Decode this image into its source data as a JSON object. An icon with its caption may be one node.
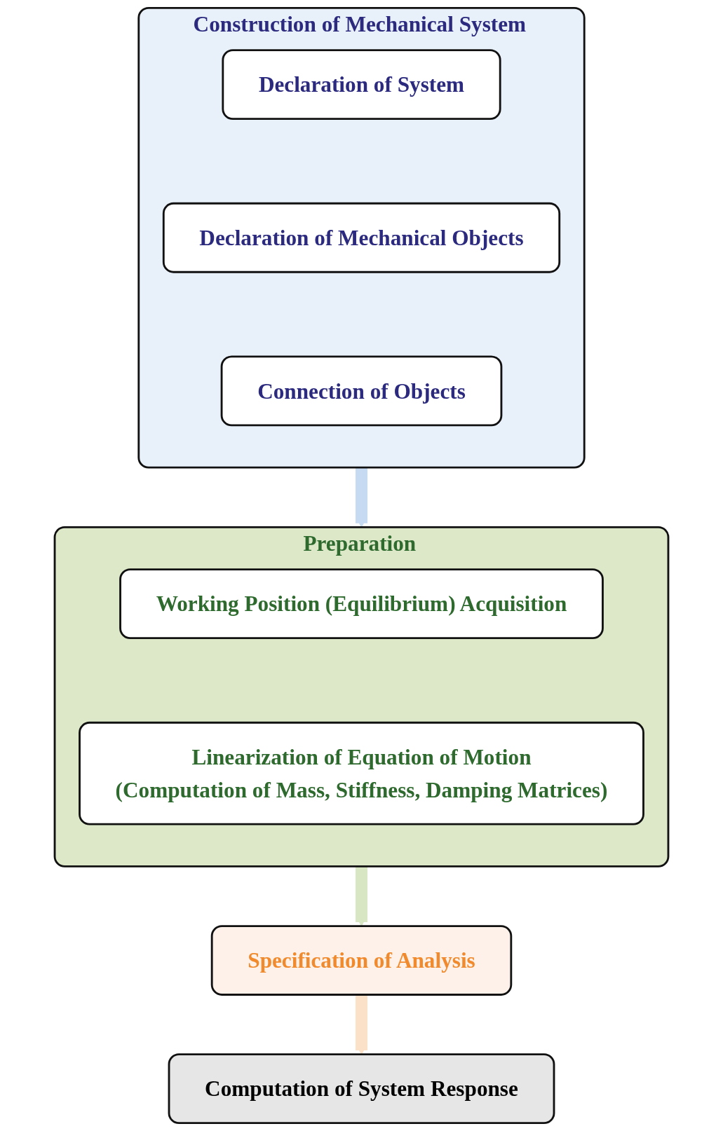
{
  "diagram": {
    "nodes": [
      {
        "text": [
          "Construction of Mechanical System"
        ]
      },
      {
        "text": [
          "Declaration of System"
        ],
        "in": 0
      },
      {
        "text": [
          "Declaration of Mechanical Objects"
        ],
        "in": 0
      },
      {
        "text": [
          "Connection of Objects"
        ],
        "in": 0
      },
      {
        "text": [
          "Preparation"
        ]
      },
      {
        "text": [
          "Working Position (Equilibrium) Acquisition"
        ],
        "in": 4
      },
      {
        "text": [
          "Linearization of Equation of Motion",
          "(Computation of Mass, Stiffness, Damping Matrices)"
        ],
        "in": 4
      },
      {
        "text": [
          "Specification of Analysis"
        ]
      },
      {
        "text": [
          "Computation of System Response"
        ]
      }
    ],
    "edges": [
      {
        "from": 0,
        "to": 4,
        "arrow": "to",
        "color": "#c6dbf1"
      },
      {
        "from": 4,
        "to": 7,
        "arrow": "to",
        "color": "#d8e6c4"
      },
      {
        "from": 7,
        "to": 8,
        "arrow": "to",
        "color": "#fbe1c7"
      }
    ]
  }
}
